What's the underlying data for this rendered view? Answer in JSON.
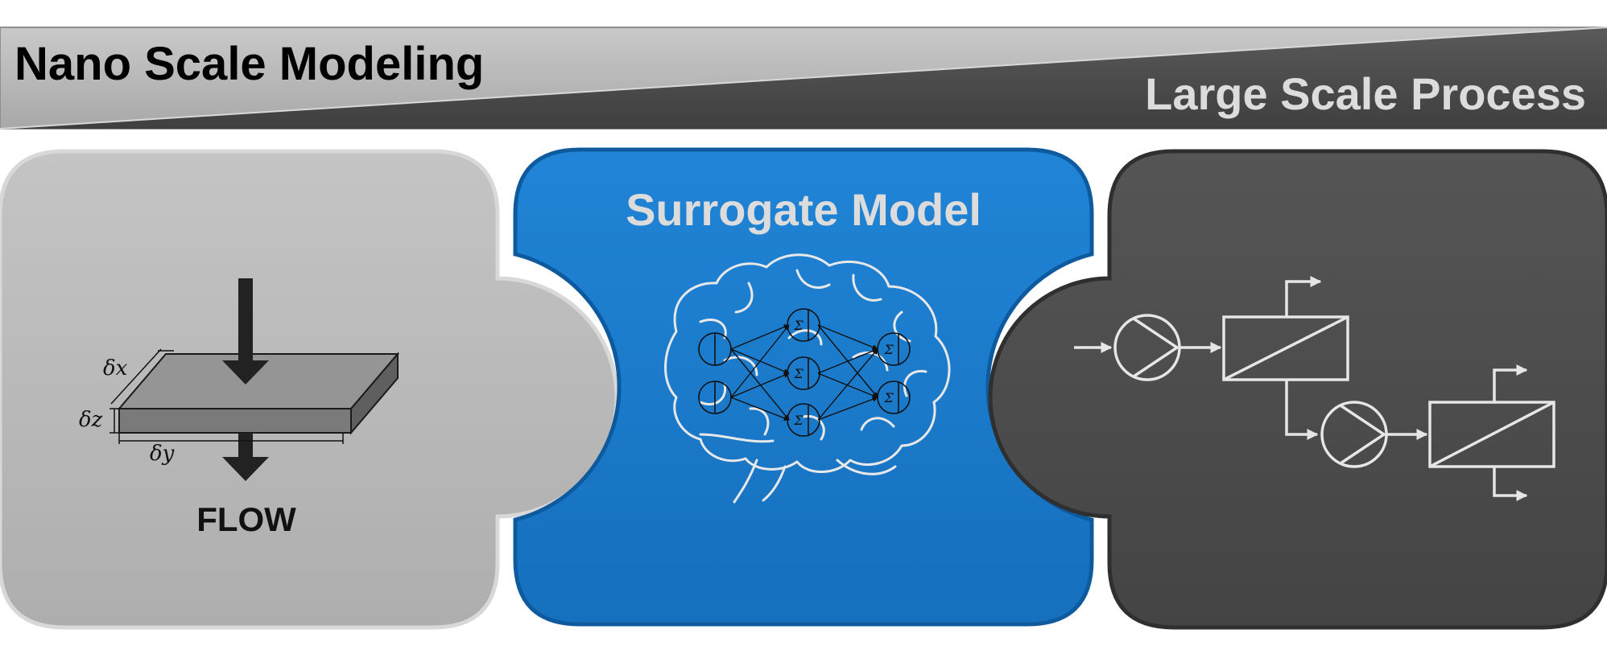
{
  "banner": {
    "left_title": "Nano Scale Modeling",
    "right_title": "Large Scale Process"
  },
  "left_panel": {
    "dimension_labels": {
      "dx": "δx",
      "dz": "δz",
      "dy": "δy"
    },
    "flow_label": "FLOW",
    "icon": "membrane-slab-with-flow-arrows"
  },
  "center_panel": {
    "title": "Surrogate Model",
    "neuron_symbol": "Σ",
    "icon": "brain-neural-network"
  },
  "right_panel": {
    "icon": "process-flowsheet-pumps-and-membrane-units"
  },
  "colors": {
    "banner_light": "#b3b3b3",
    "banner_dark": "#4d4d4d",
    "left_panel": "#b5b5b5",
    "center_panel": "#1879cc",
    "right_panel": "#4c4c4c",
    "line_light": "#e6e6e6",
    "title_light": "#dcdcdc"
  }
}
